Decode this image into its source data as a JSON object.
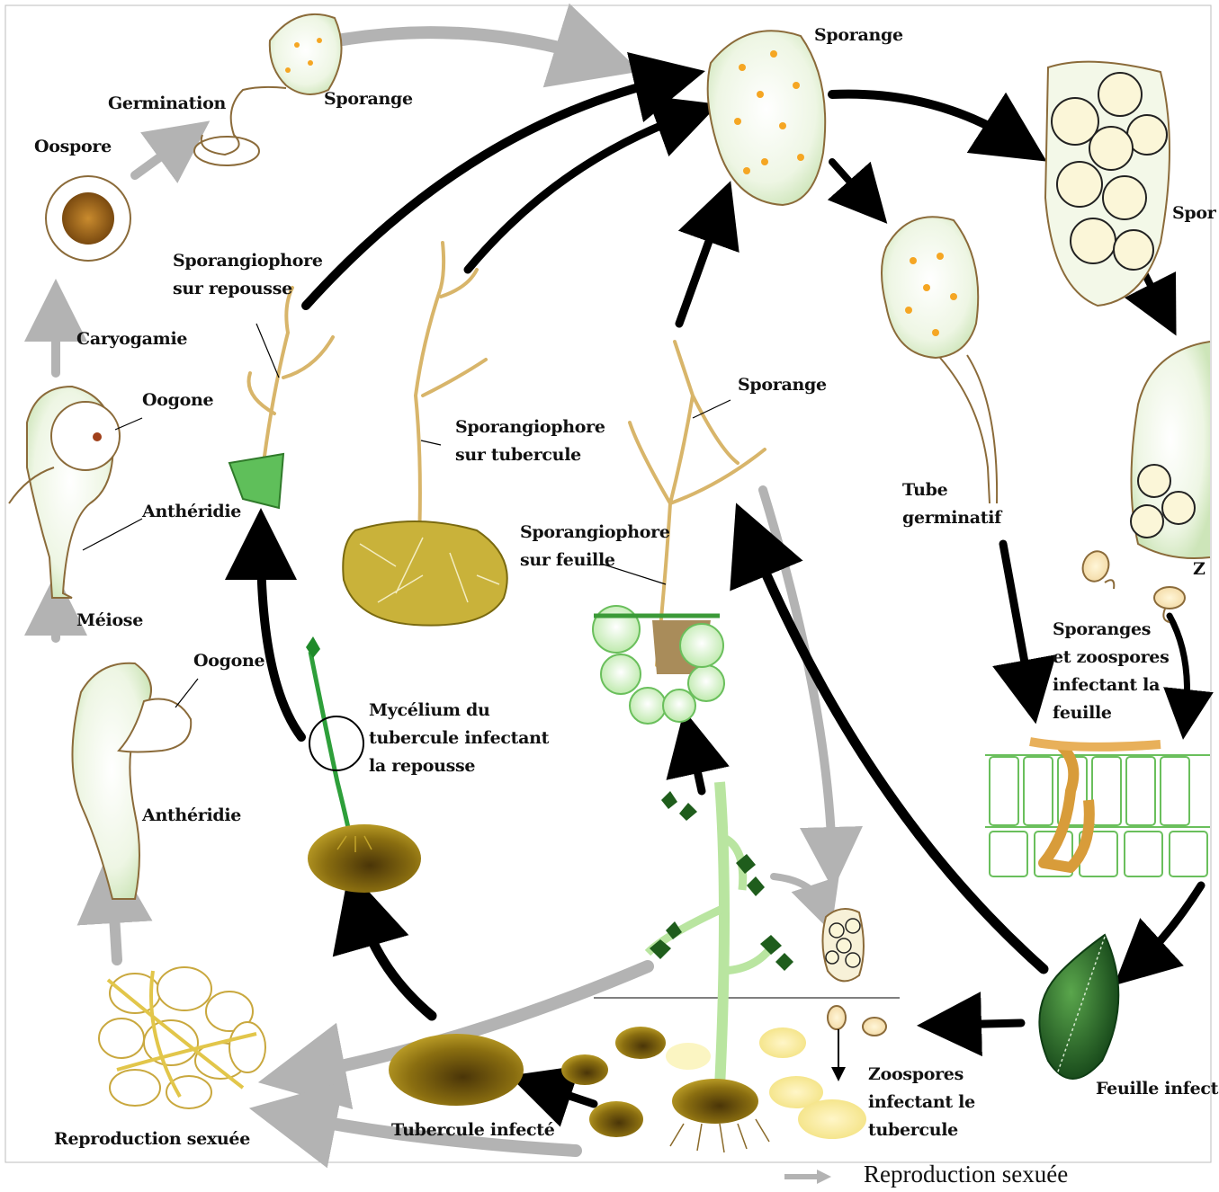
{
  "labels": {
    "sporange_top": "Sporange",
    "germination": "Germination",
    "sporange_small": "Sporange",
    "oospore": "Oospore",
    "spor_cut": "Spor",
    "sporangiophore_repousse": "Sporangiophore\nsur repousse",
    "caryogamie": "Caryogamie",
    "oogone_top": "Oogone",
    "sporange_mid": "Sporange",
    "sporangiophore_tubercule": "Sporangiophore\nsur tubercule",
    "antheridie_top": "Anthéridie",
    "tube_germinatif": "Tube\ngerminatif",
    "sporangiophore_feuille": "Sporangiophore\nsur feuille",
    "z_cut": "Z",
    "meiose": "Méiose",
    "oogone_bottom": "Oogone",
    "sporanges_zoospores": "Sporanges\net zoospores\ninfectant la\nfeuille",
    "mycelium": "Mycélium du\ntubercule infectant\nla repousse",
    "antheridie_bottom": "Anthéridie",
    "zoospores_tubercule": "Zoospores\ninfectant le\ntubercule",
    "feuille_infectee": "Feuille infecté",
    "tubercule_infecte": "Tubercule infecté",
    "reproduction_sexuee": "Reproduction sexuée"
  },
  "legend": {
    "text": "Reproduction sexuée",
    "arrow_color": "#b3b3b3"
  },
  "colors": {
    "sexual_arrow": "#b3b3b3",
    "asexual_arrow": "#000000",
    "sporangium_fill": "#e6f3da",
    "nucleus": "#f5a623",
    "hypha": "#d8b56a",
    "tuber": "#8a7a1e",
    "leaf": "#1f6b2a"
  }
}
